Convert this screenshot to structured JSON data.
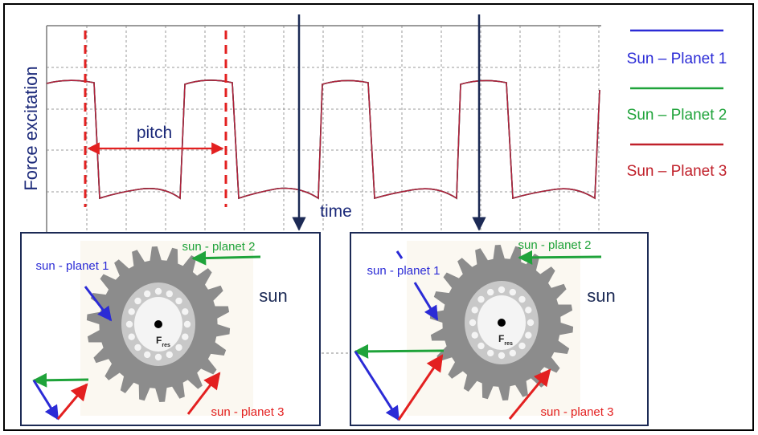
{
  "chart": {
    "ylabel": "Force excitation",
    "xlabel": "time",
    "pitch_label": "pitch"
  },
  "legend": [
    {
      "label": "Sun – Planet 1",
      "color": "#2b2bd6"
    },
    {
      "label": "Sun – Planet 2",
      "color": "#1fa33a"
    },
    {
      "label": "Sun – Planet 3",
      "color": "#c0202a"
    }
  ],
  "panels": [
    {
      "gear_label": "sun",
      "planet1_label": "sun - planet 1",
      "planet2_label": "sun - planet 2",
      "planet3_label": "sun - planet 3",
      "force_label": "F",
      "force_sub": "res"
    },
    {
      "gear_label": "sun",
      "planet1_label": "sun - planet 1",
      "planet2_label": "sun - planet 2",
      "planet3_label": "sun - planet 3",
      "force_label": "F",
      "force_sub": "res"
    }
  ],
  "colors": {
    "planet1": "#2b2bd6",
    "planet2": "#1fa33a",
    "planet3": "#e32020",
    "signal": "#b0203a",
    "marker": "#e32020",
    "time_arrow": "#1c2a55",
    "frame": "#1c2a55"
  }
}
